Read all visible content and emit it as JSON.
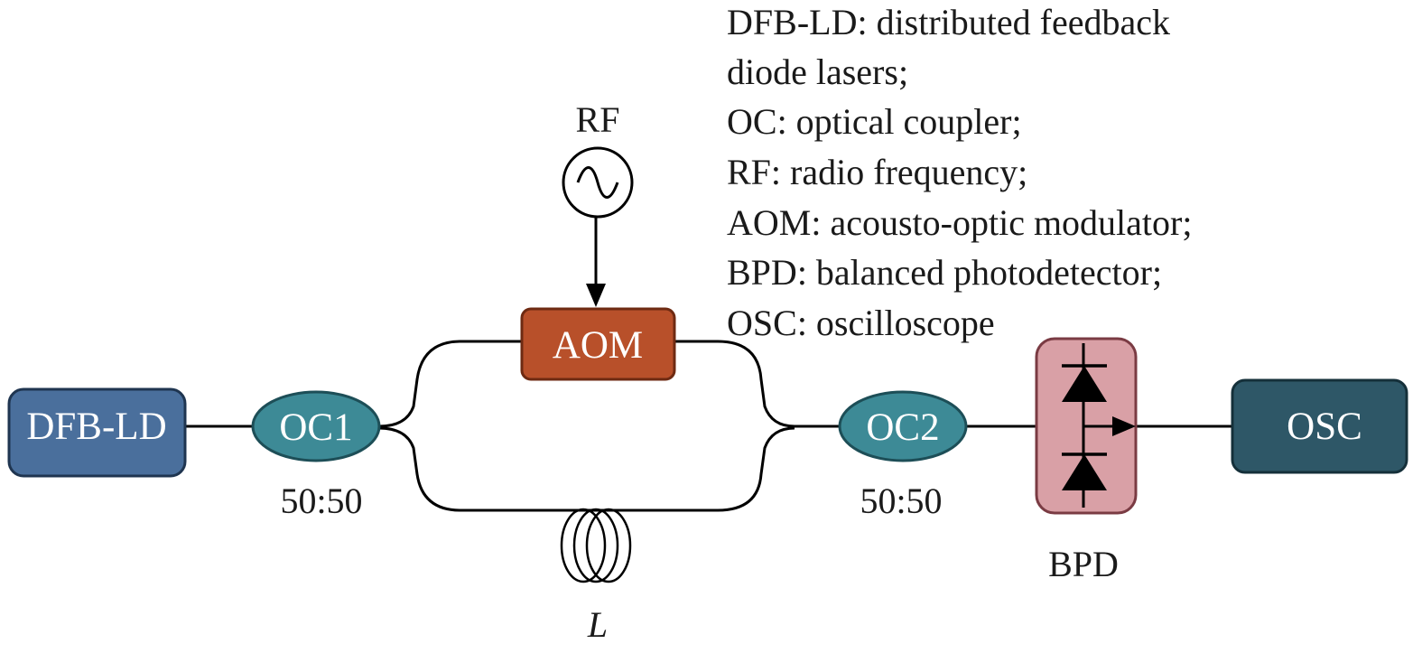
{
  "components": {
    "laser": {
      "label": "DFB-LD",
      "color": "#4a6f9c"
    },
    "coupler1": {
      "label": "OC1",
      "ratio": "50:50",
      "color": "#3d8a96"
    },
    "modulator": {
      "label": "AOM",
      "color": "#b8502a"
    },
    "rf_source": {
      "label": "RF"
    },
    "fiber_delay": {
      "label": "L"
    },
    "coupler2": {
      "label": "OC2",
      "ratio": "50:50",
      "color": "#3d8a96"
    },
    "detector": {
      "label": "BPD",
      "color": "#d9a0a6"
    },
    "oscilloscope": {
      "label": "OSC",
      "color": "#2e5767"
    }
  },
  "legend": [
    "DFB-LD: distributed feedback",
    "diode lasers;",
    "OC: optical coupler;",
    "RF: radio frequency;",
    "AOM: acousto-optic modulator;",
    "BPD: balanced photodetector;",
    "OSC: oscilloscope"
  ]
}
